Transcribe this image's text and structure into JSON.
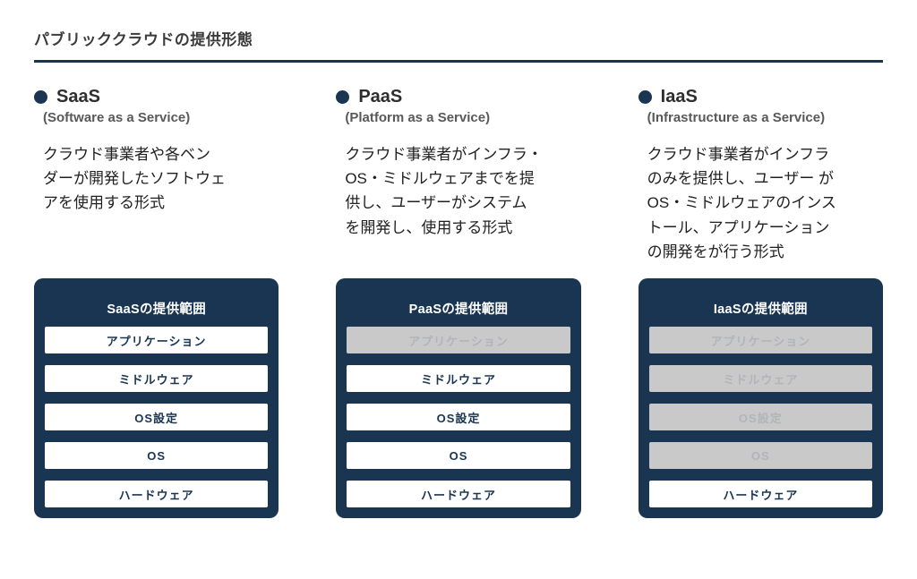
{
  "page": {
    "title": "パブリッククラウドの提供形態"
  },
  "colors": {
    "navy": "#1a3552",
    "inactive_row_bg": "#c9c9c9",
    "inactive_row_text": "#b2b4b8"
  },
  "columns": [
    {
      "name": "SaaS",
      "subtitle": "(Software as a Service)",
      "description": "クラウド事業者や各ベン\nダーが開発したソフトウェ\nアを使用する形式",
      "box": {
        "title": "SaaSの提供範囲",
        "layers": [
          {
            "label": "アプリケーション",
            "provided": true
          },
          {
            "label": "ミドルウェア",
            "provided": true
          },
          {
            "label": "OS設定",
            "provided": true
          },
          {
            "label": "OS",
            "provided": true
          },
          {
            "label": "ハードウェア",
            "provided": true
          }
        ]
      }
    },
    {
      "name": "PaaS",
      "subtitle": "(Platform as a Service)",
      "description": "クラウド事業者がインフラ・\nOS・ミドルウェアまでを提\n供し、ユーザーがシステム\nを開発し、使用する形式",
      "box": {
        "title": "PaaSの提供範囲",
        "layers": [
          {
            "label": "アプリケーション",
            "provided": false
          },
          {
            "label": "ミドルウェア",
            "provided": true
          },
          {
            "label": "OS設定",
            "provided": true
          },
          {
            "label": "OS",
            "provided": true
          },
          {
            "label": "ハードウェア",
            "provided": true
          }
        ]
      }
    },
    {
      "name": "IaaS",
      "subtitle": "(Infrastructure as a Service)",
      "description": "クラウド事業者がインフラ\nのみを提供し、ユーザー が\nOS・ミドルウェアのインス\nトール、アプリケーション\nの開発をが行う形式",
      "box": {
        "title": "IaaSの提供範囲",
        "layers": [
          {
            "label": "アプリケーション",
            "provided": false
          },
          {
            "label": "ミドルウェア",
            "provided": false
          },
          {
            "label": "OS設定",
            "provided": false
          },
          {
            "label": "OS",
            "provided": false
          },
          {
            "label": "ハードウェア",
            "provided": true
          }
        ]
      }
    }
  ]
}
